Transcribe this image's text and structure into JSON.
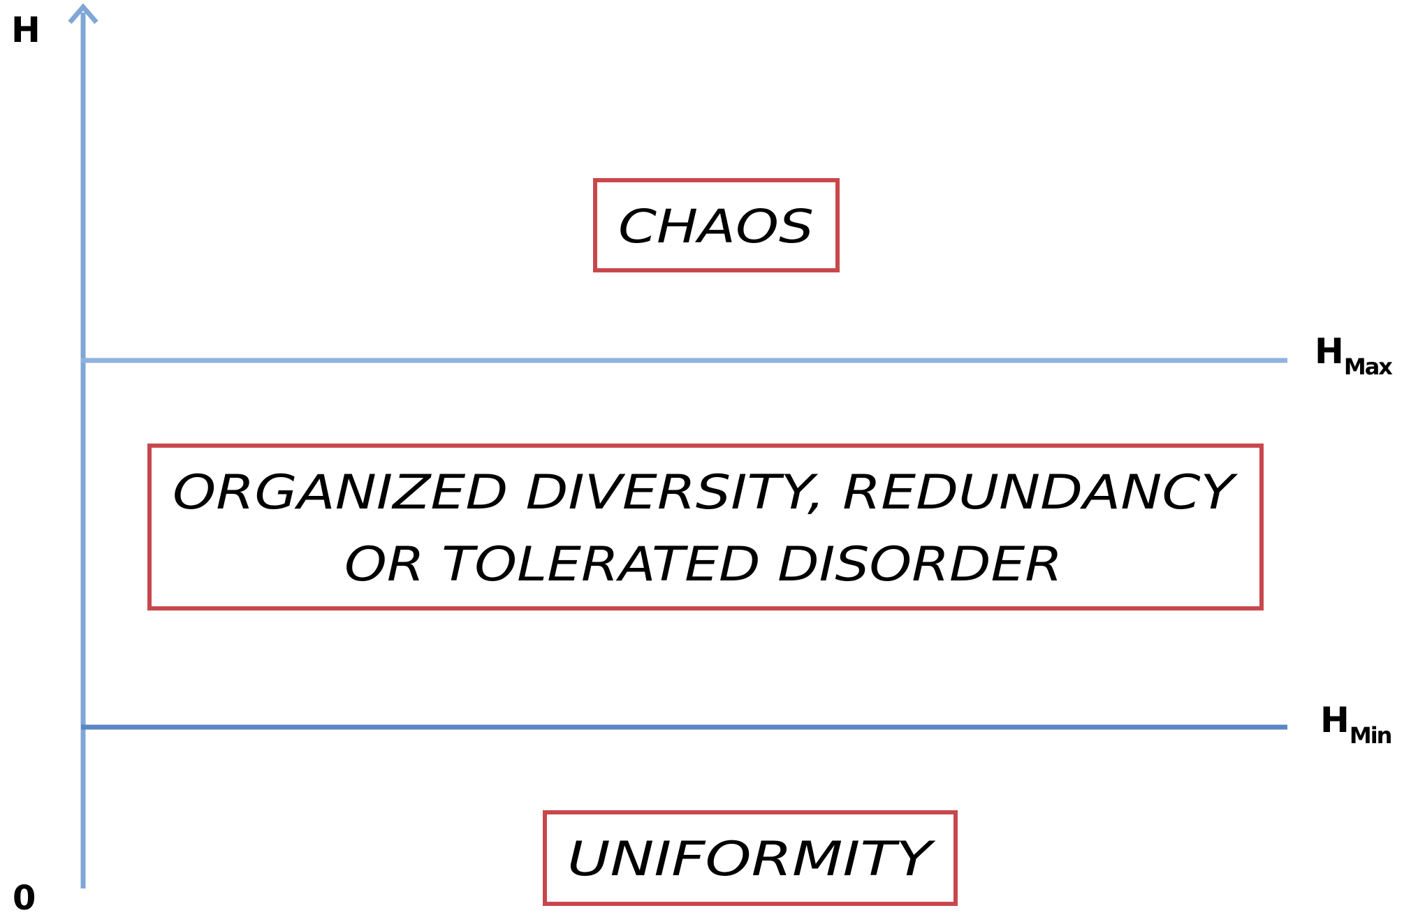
{
  "axis": {
    "y_label": "H",
    "origin_label": "0"
  },
  "thresholds": {
    "max": {
      "base": "H",
      "sub": "Max"
    },
    "min": {
      "base": "H",
      "sub": "Min"
    }
  },
  "regions": {
    "chaos": "CHAOS",
    "organized_line1": "ORGANIZED DIVERSITY, REDUNDANCY",
    "organized_line2": "OR TOLERATED DISORDER",
    "uniformity": "UNIFORMITY"
  },
  "colors": {
    "axis": "#7FA6D6",
    "hmax_line": "#8FB2DE",
    "hmin_line": "#5B86C4",
    "box_border": "#C8474B",
    "text": "#000000"
  }
}
